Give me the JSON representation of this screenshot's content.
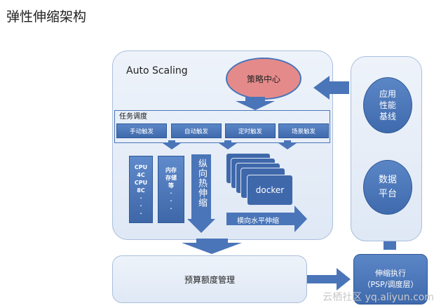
{
  "page_title": "弹性伸缩架构",
  "auto_scaling": {
    "label": "Auto Scaling",
    "strategy_center": "策略中心",
    "task_schedule_label": "任务调度",
    "triggers": [
      "手动触发",
      "自动触发",
      "定时触发",
      "场景触发"
    ],
    "resource_col_text": "CPU\n4C\nCPU\n8C\n·\n·\n·",
    "storage_col_text": "内存\n存储\n等\n·\n·\n·",
    "vertical_scaling": "纵向热伸缩",
    "docker_label": "docker",
    "horizontal_scaling": "横向水平伸缩"
  },
  "right_panel": {
    "app_baseline": "应用\n性能\n基线",
    "data_platform": "数据\n平台"
  },
  "budget_box": "预算额度管理",
  "executor_box": "伸缩执行\n（PSP/调度层）",
  "watermark": "云栖社区 yq.aliyun.com",
  "colors": {
    "accent_blue": "#4a75b8",
    "strategy_pink": "#e58a8a",
    "panel_bg": "#e6edf7"
  }
}
